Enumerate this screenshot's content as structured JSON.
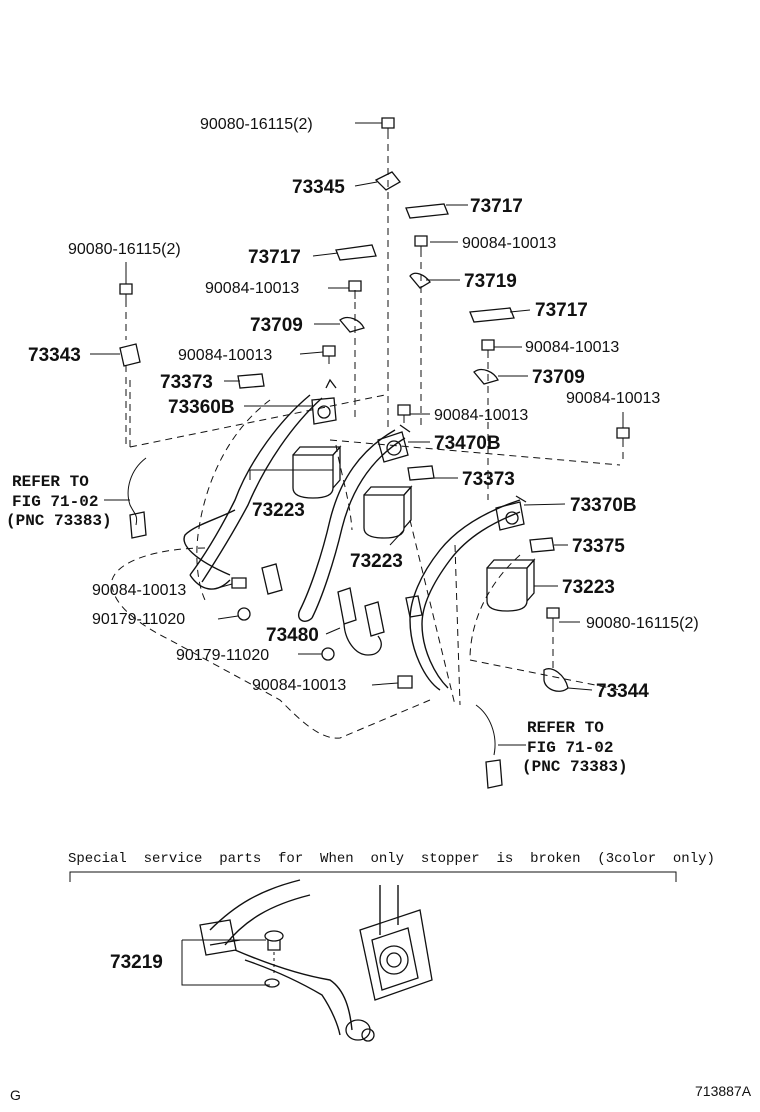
{
  "labels": {
    "l1": "90080-16115(2)",
    "l2": "73345",
    "l3": "73717",
    "l4": "90084-10013",
    "l5": "73719",
    "l6": "90080-16115(2)",
    "l7": "73717",
    "l8": "90084-10013",
    "l9": "73717",
    "l10": "73709",
    "l11": "90084-10013",
    "l12": "73343",
    "l13": "90084-10013",
    "l14": "73709",
    "l15": "73373",
    "l16": "90084-10013",
    "l17": "73360B",
    "l18": "90084-10013",
    "l19": "73470B",
    "l20": "73373",
    "l21": "73370B",
    "l22": "73223",
    "l23": "73223",
    "l24": "73375",
    "l25": "73223",
    "l26": "90084-10013",
    "l27": "90080-16115(2)",
    "l28": "90179-11020",
    "l29": "73480",
    "l30": "90179-11020",
    "l31": "90084-10013",
    "l32": "73344",
    "l33": "73219"
  },
  "refs": {
    "left": {
      "line1": "REFER TO",
      "line2": "FIG 71-02",
      "line3": "(PNC 73383)"
    },
    "right": {
      "line1": "REFER TO",
      "line2": "FIG 71-02",
      "line3": "(PNC 73383)"
    }
  },
  "note": "Special  service  parts  for  When  only  stopper  is  broken  (3color  only)",
  "corner_left": "G",
  "corner_right": "713887A"
}
